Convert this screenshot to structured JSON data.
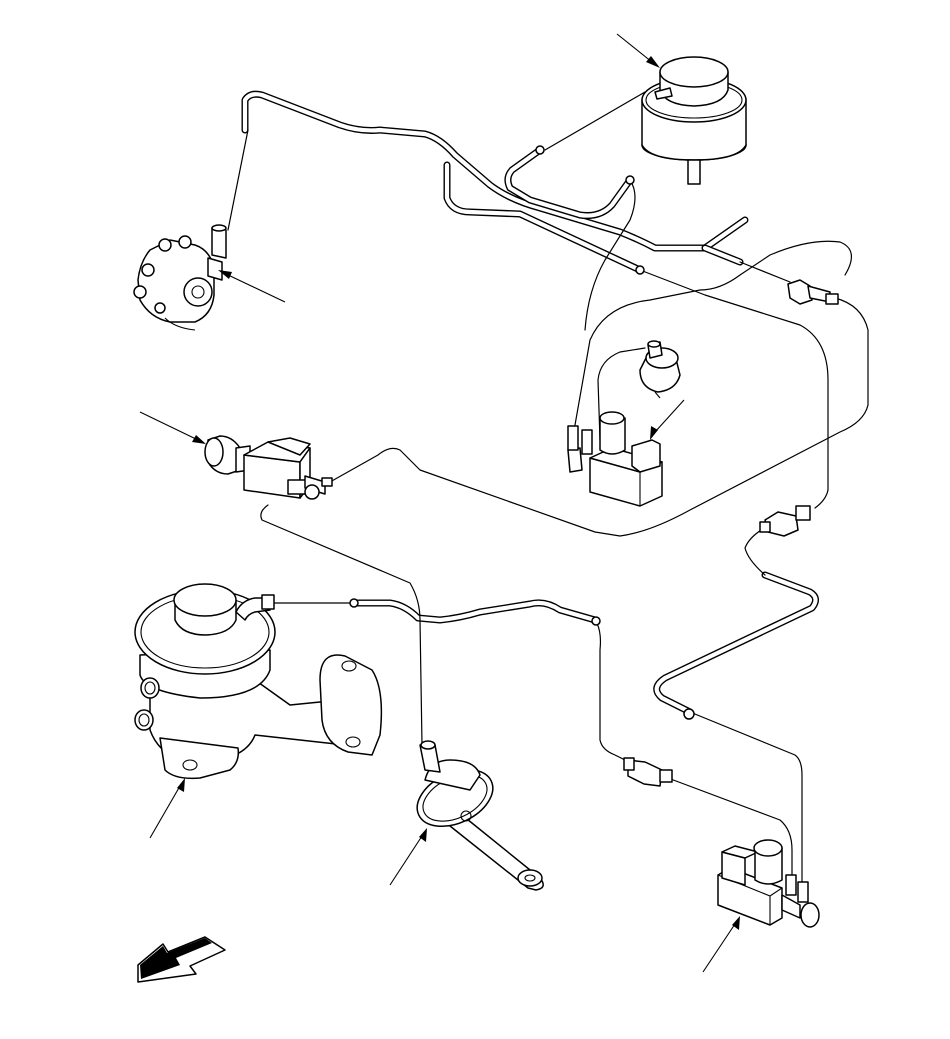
{
  "diagram": {
    "parts": [
      {
        "id": "vacuum-tank",
        "icon": "vacuum-tank-icon"
      },
      {
        "id": "vacuum-switching-valve-upper-left",
        "icon": "valve-icon"
      },
      {
        "id": "vsv-left",
        "icon": "solenoid-valve-icon"
      },
      {
        "id": "vsv-center",
        "icon": "solenoid-valve-icon"
      },
      {
        "id": "vacuum-actuator-center",
        "icon": "actuator-icon"
      },
      {
        "id": "egr-valve",
        "icon": "egr-valve-icon"
      },
      {
        "id": "diaphragm-actuator",
        "icon": "diaphragm-actuator-icon"
      },
      {
        "id": "vsv-bottom-right",
        "icon": "solenoid-valve-icon"
      }
    ],
    "front_arrow_icon": "front-direction-arrow-icon",
    "colors": {
      "line": "#000000",
      "background": "#ffffff"
    }
  }
}
